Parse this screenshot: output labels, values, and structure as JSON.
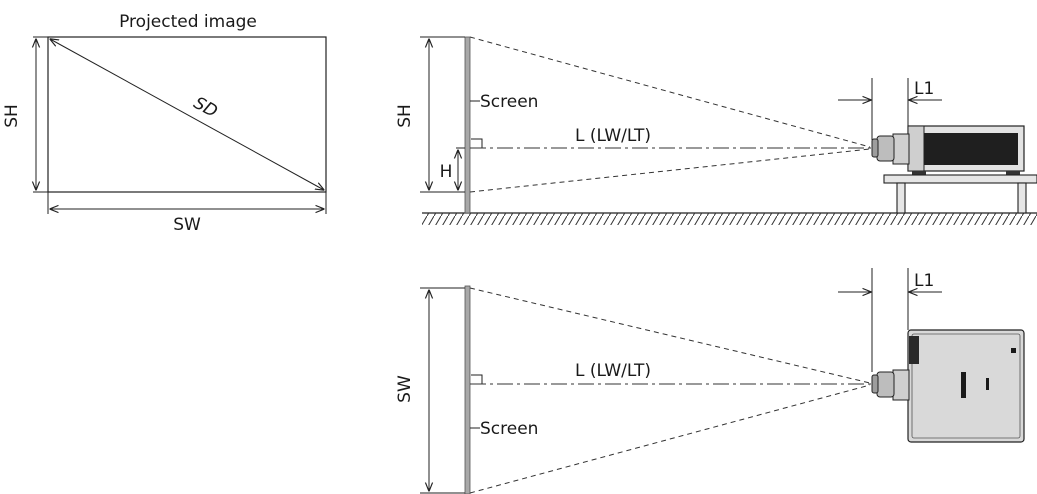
{
  "projected_image": {
    "title": "Projected image",
    "height_label": "SH",
    "diagonal_label": "SD",
    "width_label": "SW"
  },
  "side_view": {
    "screen_height_label": "SH",
    "screen_label": "Screen",
    "throw_label": "L (LW/LT)",
    "height_offset_label": "H",
    "lens_offset_label": "L1"
  },
  "top_view": {
    "screen_width_label": "SW",
    "screen_label": "Screen",
    "throw_label": "L (LW/LT)",
    "lens_offset_label": "L1"
  },
  "colors": {
    "line": "#222222",
    "screen_fill": "#a8a8a8",
    "projector_body": "#d9d9d9"
  }
}
